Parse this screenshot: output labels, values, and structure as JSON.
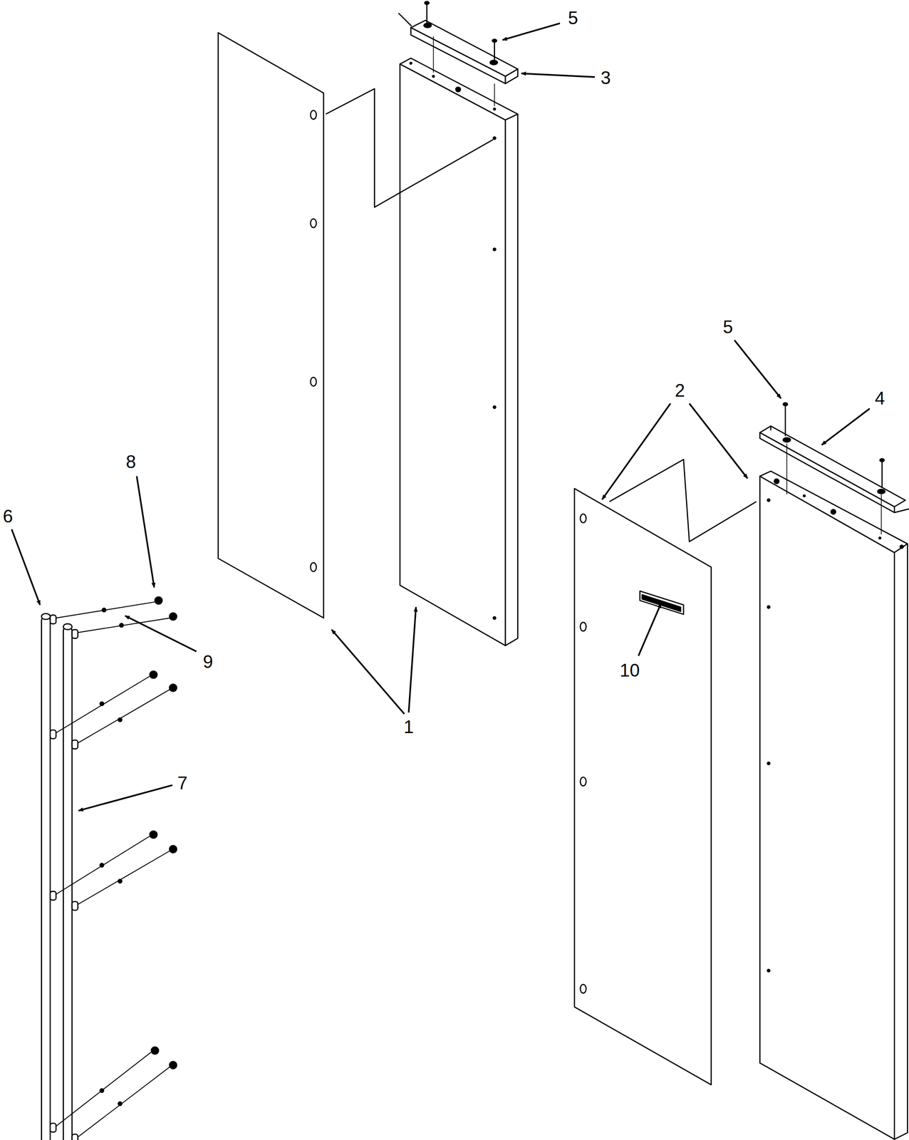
{
  "diagram": {
    "labels": [
      "5",
      "3",
      "2",
      "4",
      "5",
      "8",
      "6",
      "9",
      "1",
      "7",
      "10"
    ]
  }
}
